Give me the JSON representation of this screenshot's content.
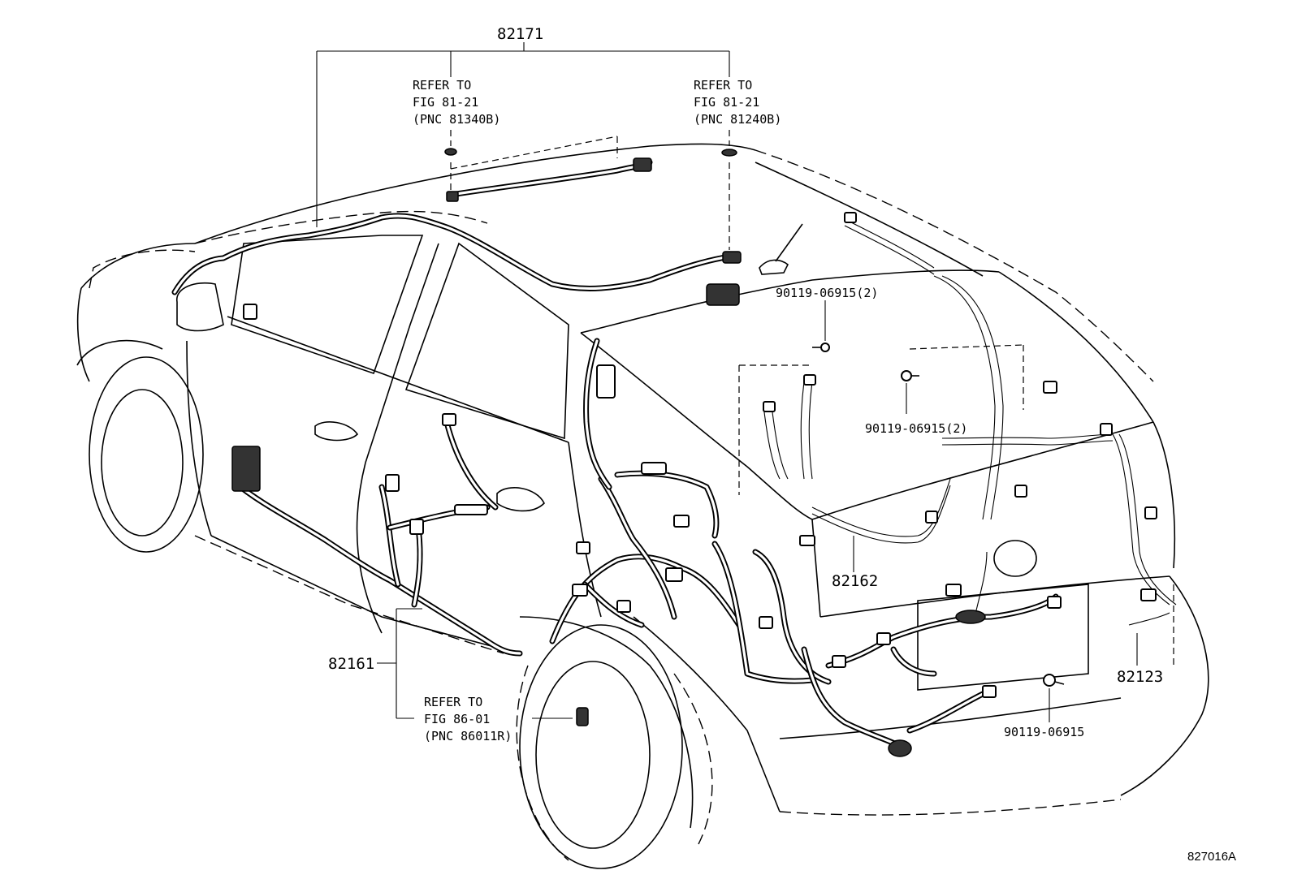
{
  "callouts": {
    "top_assembly": "82171",
    "ref_left": [
      "REFER TO",
      "FIG 81-21",
      "(PNC 81340B)"
    ],
    "ref_right": [
      "REFER TO",
      "FIG 81-21",
      "(PNC 81240B)"
    ],
    "bolt_upper": "90119-06915(2)",
    "bolt_middle": "90119-06915(2)",
    "harness_rear": "82162",
    "harness_floor": "82161",
    "ref_bottom": [
      "REFER TO",
      "FIG 86-01",
      "(PNC 86011R)"
    ],
    "harness_lamp": "82123",
    "bolt_lower": "90119-06915",
    "figure_code": "827016A"
  }
}
